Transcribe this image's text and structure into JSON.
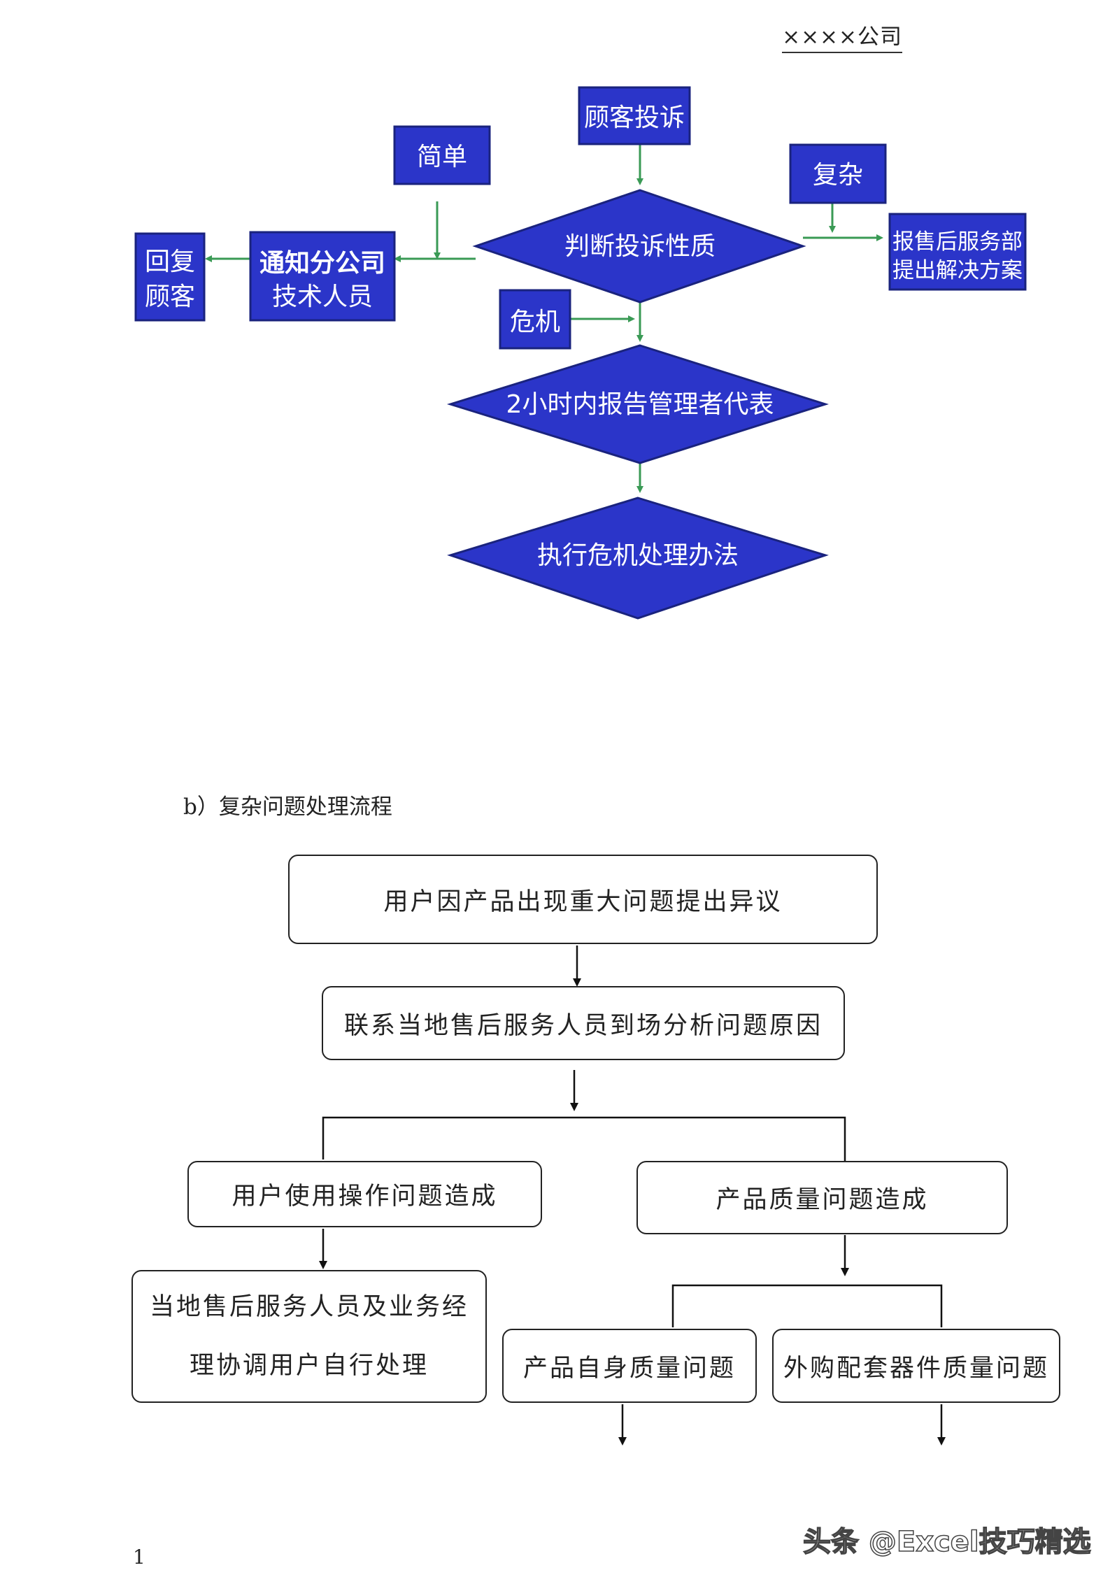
{
  "header": {
    "company": "××××公司"
  },
  "flow_a": {
    "customer_complaint": "顾客投诉",
    "simple": "简单",
    "complex": "复杂",
    "judge": "判断投诉性质",
    "notify_line1": "通知分公司",
    "notify_line2": "技术人员",
    "reply_line1": "回复",
    "reply_line2": "顾客",
    "aftersales_line1": "报售后服务部",
    "aftersales_line2": "提出解决方案",
    "crisis": "危机",
    "report": "2小时内报告管理者代表",
    "execute": "执行危机处理办法"
  },
  "section_b": {
    "label": "b）复杂问题处理流程"
  },
  "flow_b": {
    "step1": "用户因产品出现重大问题提出异议",
    "step2": "联系当地售后服务人员到场分析问题原因",
    "branch_left": "用户使用操作问题造成",
    "branch_right": "产品质量问题造成",
    "left_result_line1": "当地售后服务人员及业务经",
    "left_result_line2": "理协调用户自行处理",
    "sub_left": "产品自身质量问题",
    "sub_right": "外购配套器件质量问题"
  },
  "footer": {
    "page_number": "1",
    "watermark": "头条 @Excel技巧精选"
  },
  "colors": {
    "flow_blue": "#2b35c9",
    "arrow_green": "#3a9a55"
  }
}
